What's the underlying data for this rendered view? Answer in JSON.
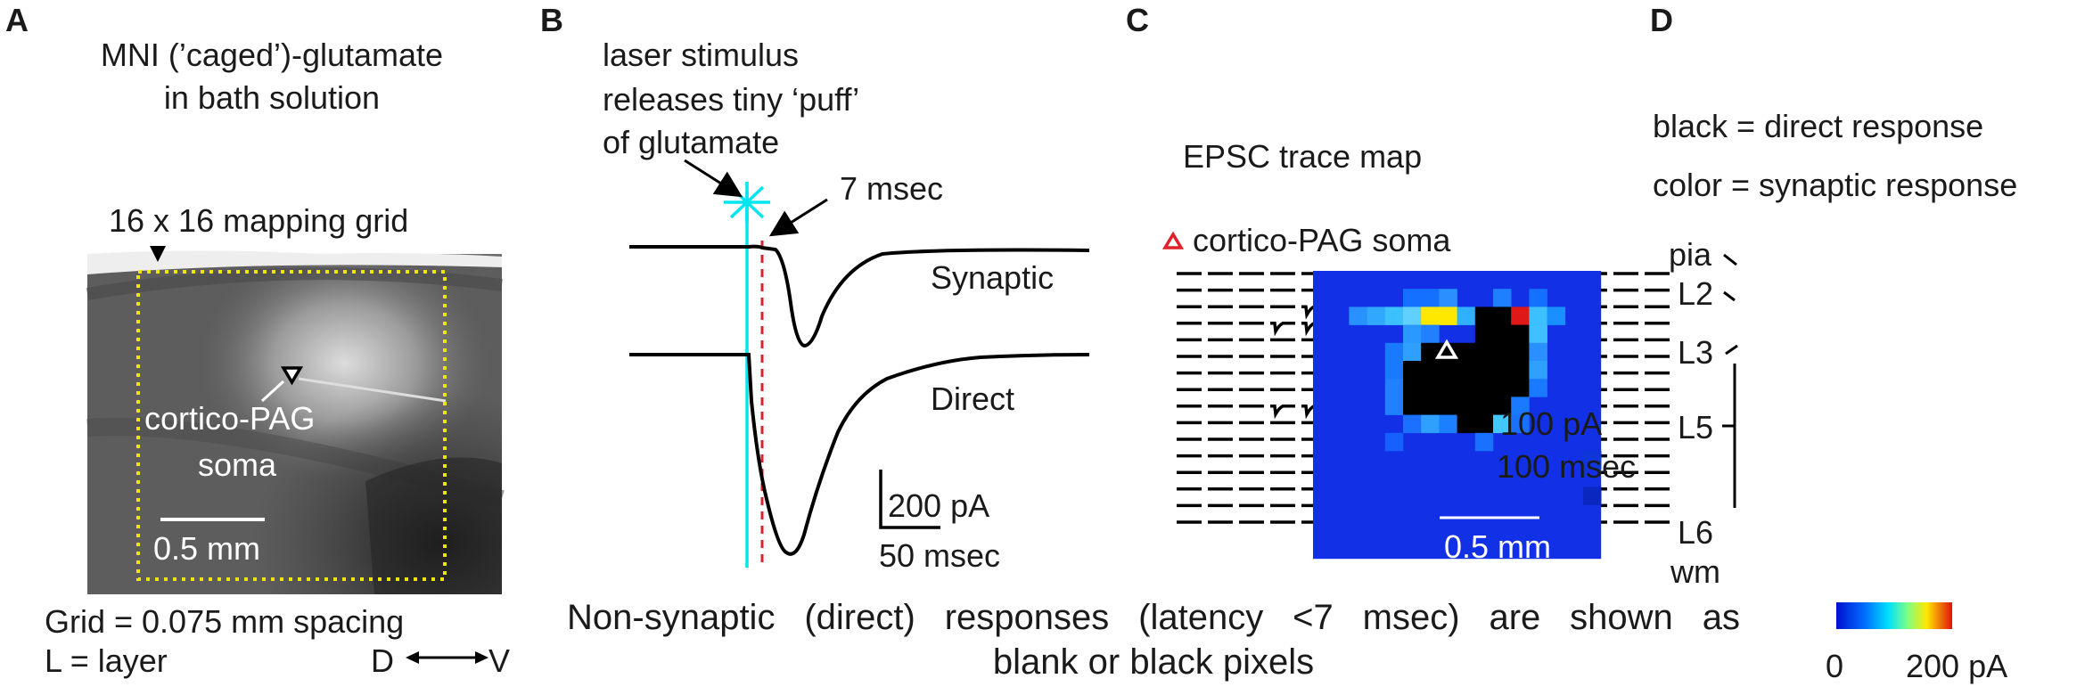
{
  "panel_labels": {
    "a": "A",
    "b": "B",
    "c": "C",
    "d": "D"
  },
  "panel_a": {
    "title_line1": "MNI (’caged’)-glutamate",
    "title_line2": "in bath solution",
    "grid_label": "16 x 16 mapping grid",
    "soma_label_line1": "cortico-PAG",
    "soma_label_line2": "soma",
    "scalebar_label": "0.5 mm",
    "footer_line1": "Grid = 0.075 mm spacing",
    "footer_line2_left": "L = layer",
    "axis_left": "D",
    "axis_right": "V"
  },
  "panel_b": {
    "annot_line1": "laser stimulus",
    "annot_line2": "releases tiny ‘puff’",
    "annot_line3": "of glutamate",
    "latency_label": "7 msec",
    "trace1_label": "Synaptic",
    "trace2_label": "Direct",
    "scale_y": "200 pA",
    "scale_x": "50 msec"
  },
  "panel_c": {
    "title": "EPSC trace map",
    "legend_label": "cortico-PAG soma",
    "scale_y": "100 pA",
    "scale_x": "100 msec"
  },
  "panel_d": {
    "legend_line1": "black = direct response",
    "legend_line2": "color = synaptic response",
    "layers": [
      "pia",
      "L2",
      "L3",
      "L5",
      "L6",
      "wm"
    ],
    "scalebar_label": "0.5 mm",
    "colorbar_min": "0",
    "colorbar_max": "200 pA"
  },
  "caption_line1_words": [
    "Non-synaptic",
    "(direct)",
    "responses",
    "(latency",
    "<7",
    "msec)",
    "are",
    "shown",
    "as"
  ],
  "caption_line2": "blank or black pixels",
  "colors": {
    "grid_dotted": "#f2e600",
    "stimulus": "#00e5ee",
    "latency_marker": "#e0202a",
    "soma_marker_c": "#e0202a",
    "map_background": "#1230e6"
  }
}
